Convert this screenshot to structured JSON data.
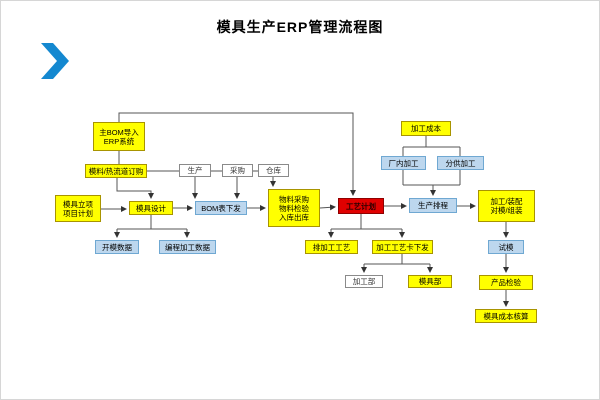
{
  "title": "模具生产ERP管理流程图",
  "colors": {
    "yellow_node": "#ffff00",
    "blue_node": "#bdd7ee",
    "red_node": "#e00000",
    "white_node": "#ffffff",
    "chevron_blue": "#1488d0",
    "connector": "#555555"
  },
  "nodes": {
    "bom_import": {
      "label": "主BOM导入\nERP系统"
    },
    "material_order": {
      "label": "模料/热流道订购"
    },
    "production": {
      "label": "生产"
    },
    "purchase": {
      "label": "采购"
    },
    "warehouse": {
      "label": "仓库"
    },
    "project_plan": {
      "label": "模具立项\n项目计划"
    },
    "mold_design": {
      "label": "模具设计"
    },
    "bom_release": {
      "label": "BOM表下发"
    },
    "material_purchase": {
      "label": "物料采购\n物料检验\n入库出库"
    },
    "process_plan": {
      "label": "工艺计划"
    },
    "production_schedule": {
      "label": "生产排程"
    },
    "machining_assembly": {
      "label": "加工/装配\n对模/组装"
    },
    "mold_trial": {
      "label": "试模"
    },
    "product_inspection": {
      "label": "产品检验"
    },
    "cost_accounting": {
      "label": "模具成本核算"
    },
    "processing_cost": {
      "label": "加工成本"
    },
    "internal_processing": {
      "label": "厂内加工"
    },
    "external_processing": {
      "label": "分供加工"
    },
    "mold_data": {
      "label": "开模数据"
    },
    "machining_data": {
      "label": "编程加工数据"
    },
    "process_arrange": {
      "label": "排加工工艺"
    },
    "process_card": {
      "label": "加工工艺卡下发"
    },
    "processing_dept": {
      "label": "加工部"
    },
    "mold_dept": {
      "label": "模具部"
    }
  }
}
